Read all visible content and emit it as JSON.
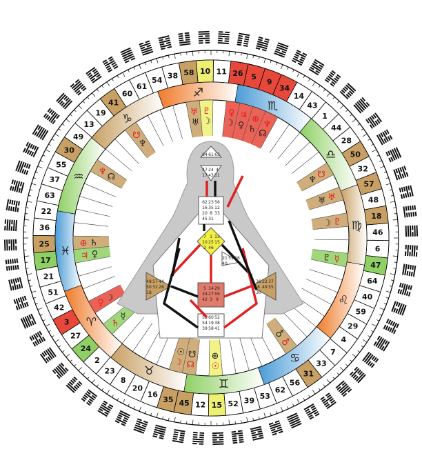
{
  "wheel": {
    "gates_ccw_from_top": [
      "10",
      "58",
      "38",
      "54",
      "61",
      "60",
      "41",
      "19",
      "13",
      "49",
      "30",
      "55",
      "37",
      "63",
      "22",
      "36",
      "25",
      "17",
      "21",
      "51",
      "42",
      "3",
      "27",
      "24",
      "2",
      "23",
      "8",
      "20",
      "16",
      "35",
      "45",
      "12",
      "15",
      "52",
      "39",
      "53",
      "62",
      "56",
      "31",
      "33",
      "7",
      "4",
      "29",
      "59",
      "40",
      "64",
      "47",
      "6",
      "46",
      "18",
      "48",
      "57",
      "32",
      "50",
      "28",
      "44",
      "1",
      "43",
      "14",
      "34",
      "9",
      "5",
      "26",
      "11"
    ],
    "gate_colors": {
      "orange": "#f07b2a",
      "yellow": "#eef073",
      "brown": "#c8a064",
      "red": "#e8483a",
      "green": "#8fd064",
      "white": "#ffffff"
    },
    "gate_highlights": {
      "10": "yellow",
      "58": "brown",
      "41": "brown",
      "30": "brown",
      "25": "brown",
      "17": "green",
      "3": "red",
      "24": "green",
      "35": "brown",
      "45": "brown",
      "15": "yellow",
      "31": "brown",
      "47": "green",
      "18": "brown",
      "57": "brown",
      "50": "brown",
      "34": "red",
      "9": "red",
      "5": "red",
      "26": "red"
    },
    "zodiac_signs": [
      "♑",
      "♒",
      "♓",
      "♈",
      "♉",
      "♊",
      "♋",
      "♌",
      "♍",
      "♎",
      "♏",
      "♐"
    ],
    "zodiac_colors": {
      "fire": "#f07b2a",
      "earth": "#c8a064",
      "air": "#8fd064",
      "water": "#4a9bd6"
    }
  },
  "planets": {
    "design_red": [
      "♇",
      "♅",
      "☋",
      "♆",
      "⊕",
      "♃",
      "♀",
      "♄",
      "☽",
      "☊",
      "☉",
      "♂",
      "☿"
    ],
    "personality_black": [
      "☽",
      "♅",
      "♆",
      "☊",
      "♄",
      "♀",
      "☽",
      "☿",
      "☉",
      "☋",
      "⊕",
      "♂",
      "♇"
    ]
  },
  "bodygraph": {
    "centers": {
      "head": {
        "gates": [
          "64",
          "61",
          "63"
        ]
      },
      "ajna": {
        "gates": [
          "47",
          "24",
          "4",
          "17",
          "43",
          "11"
        ]
      },
      "throat": {
        "gates": [
          "62",
          "23",
          "56",
          "16",
          "35",
          "12",
          "20",
          "8",
          "33",
          "45",
          "31"
        ]
      },
      "g": {
        "gates": [
          "7",
          "1",
          "13",
          "10",
          "25",
          "15",
          "2",
          "46"
        ]
      },
      "heart": {
        "gates": [
          "21",
          "51",
          "26",
          "40"
        ]
      },
      "spleen": {
        "gates": [
          "48",
          "57",
          "44",
          "50",
          "32",
          "28",
          "18"
        ]
      },
      "solar_plexus": {
        "gates": [
          "36",
          "22",
          "37",
          "6",
          "49",
          "55",
          "30"
        ]
      },
      "sacral": {
        "gates": [
          "5",
          "14",
          "29",
          "34",
          "27",
          "59",
          "42",
          "3",
          "9"
        ]
      },
      "root": {
        "gates": [
          "53",
          "60",
          "52",
          "54",
          "19",
          "38",
          "39",
          "58",
          "41"
        ]
      }
    }
  }
}
